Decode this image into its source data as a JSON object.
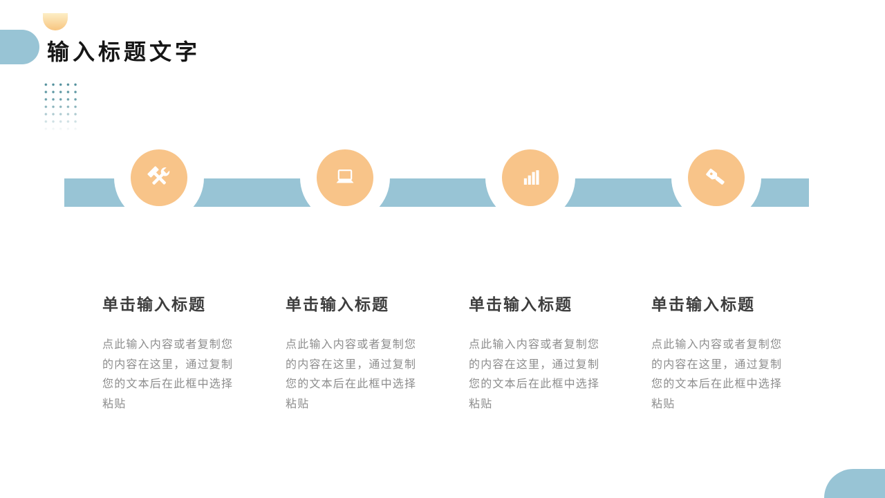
{
  "title": "输入标题文字",
  "colors": {
    "ribbon_blue": "#98c4d5",
    "node_orange": "#f8c489",
    "heading_gray": "#3d3d3d",
    "body_gray": "#8d8d8d",
    "title_black": "#161616",
    "dot_teal": "#4c8c99",
    "sun_light": "#fdeec6",
    "sun_deep": "#f7c57f"
  },
  "steps": [
    {
      "icon": "tools-icon",
      "heading": "单击输入标题",
      "body": "点此输入内容或者复制您的内容在这里，通过复制您的文本后在此框中选择粘贴"
    },
    {
      "icon": "laptop-icon",
      "heading": "单击输入标题",
      "body": "点此输入内容或者复制您的内容在这里，通过复制您的文本后在此框中选择粘贴"
    },
    {
      "icon": "bar-chart-icon",
      "heading": "单击输入标题",
      "body": "点此输入内容或者复制您的内容在这里，通过复制您的文本后在此框中选择粘贴"
    },
    {
      "icon": "flashlight-icon",
      "heading": "单击输入标题",
      "body": "点此输入内容或者复制您的内容在这里，通过复制您的文本后在此框中选择粘贴"
    }
  ]
}
